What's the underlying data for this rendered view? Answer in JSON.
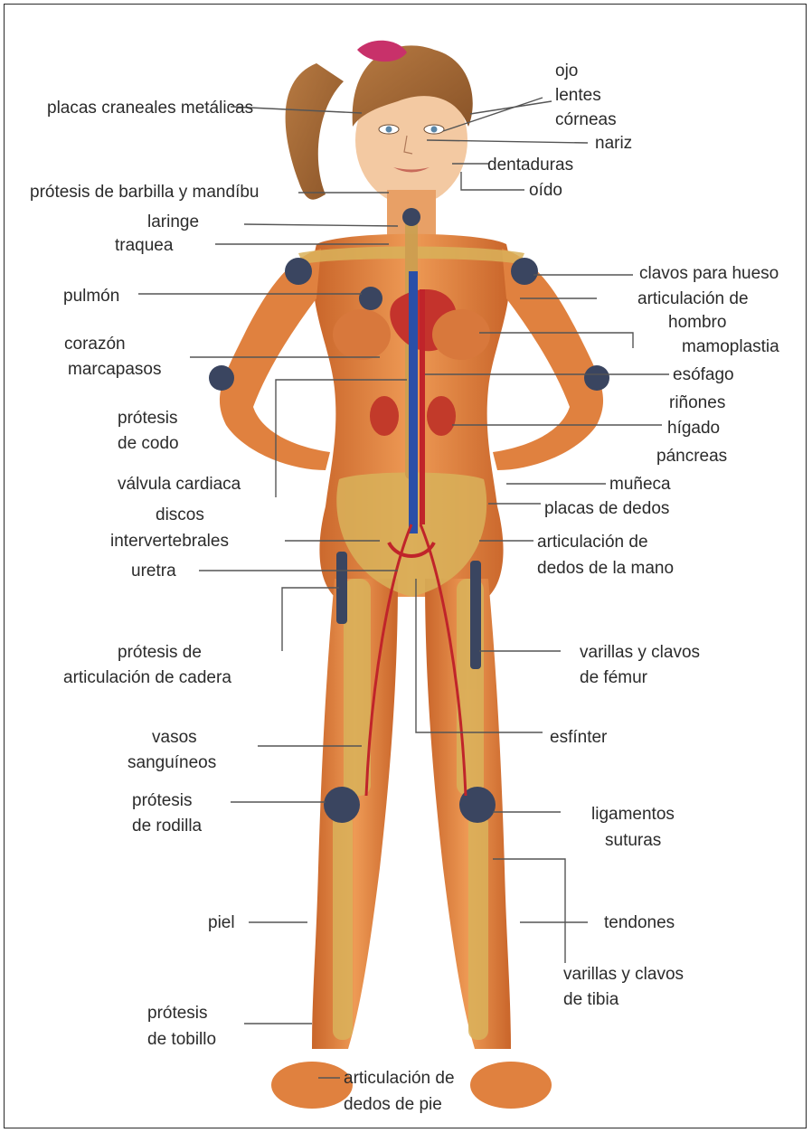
{
  "labels": {
    "ojo": "ojo",
    "lentes": "lentes",
    "corneas": "córneas",
    "nariz": "nariz",
    "dentaduras": "dentaduras",
    "oido": "oído",
    "placas_craneales": "placas craneales metálicas",
    "protesis_barbilla": "prótesis de barbilla y mandíbu",
    "laringe": "laringe",
    "traquea": "traquea",
    "clavos_hueso": "clavos para hueso",
    "articulacion_de": "articulación de",
    "hombro": "hombro",
    "mamoplastia": "mamoplastia",
    "pulmon": "pulmón",
    "corazon": "corazón",
    "marcapasos": "marcapasos",
    "esofago": "esófago",
    "rinones": "riñones",
    "higado": "hígado",
    "pancreas": "páncreas",
    "protesis_codo_1": "prótesis",
    "protesis_codo_2": "de codo",
    "valvula": "válvula cardiaca",
    "muneca": "muñeca",
    "placas_dedos": "placas de dedos",
    "discos_1": "discos",
    "discos_2": "intervertebrales",
    "art_mano_1": "articulación de",
    "art_mano_2": "dedos de la mano",
    "uretra": "uretra",
    "cadera_1": "prótesis de",
    "cadera_2": "articulación de cadera",
    "femur_1": "varillas y clavos",
    "femur_2": "de fémur",
    "vasos_1": "vasos",
    "vasos_2": "sanguíneos",
    "esfinter": "esfínter",
    "rodilla_1": "prótesis",
    "rodilla_2": "de rodilla",
    "ligamentos": "ligamentos",
    "suturas": "suturas",
    "piel": "piel",
    "tendones": "tendones",
    "tibia_1": "varillas y clavos",
    "tibia_2": "de tibia",
    "tobillo_1": "prótesis",
    "tobillo_2": "de tobillo",
    "pie_1": "articulación de",
    "pie_2": "dedos de pie"
  },
  "colors": {
    "skin": "#e0813f",
    "skin_light": "#f0a05c",
    "bone": "#d9b25a",
    "implant": "#3a4560",
    "vein": "#2a4fa8",
    "artery": "#c0242a",
    "kidney": "#c23a2a",
    "hair": "#a86a35",
    "scrunchie": "#c8316a",
    "line": "#555555"
  }
}
